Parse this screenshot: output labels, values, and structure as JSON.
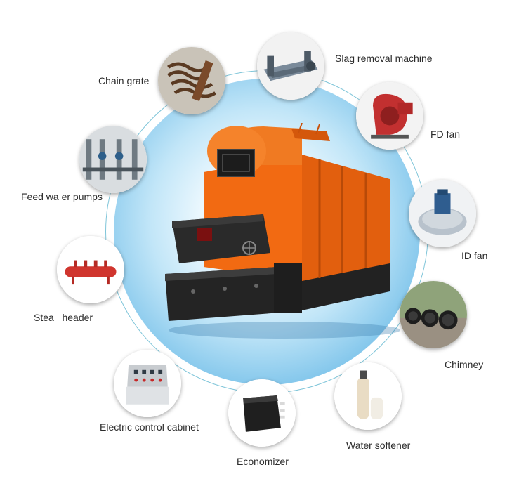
{
  "components": {
    "chain_grate": "Chain grate",
    "slag_removal_machine": "Slag removal machine",
    "fd_fan": "FD fan",
    "feed_water_pumps": "Feed wa er pumps",
    "id_fan": "ID fan",
    "steam_header": "Stea   header",
    "chimney": "Chimney",
    "electric_control_cabinet": "Electric control cabinet",
    "water_softener": "Water softener",
    "economizer": "Economizer"
  },
  "colors": {
    "boiler_orange": "#f26a12",
    "boiler_dark": "#1f1f1f",
    "ring_line": "#7fc5d9",
    "backdrop_blue": "#5aa6d8"
  }
}
